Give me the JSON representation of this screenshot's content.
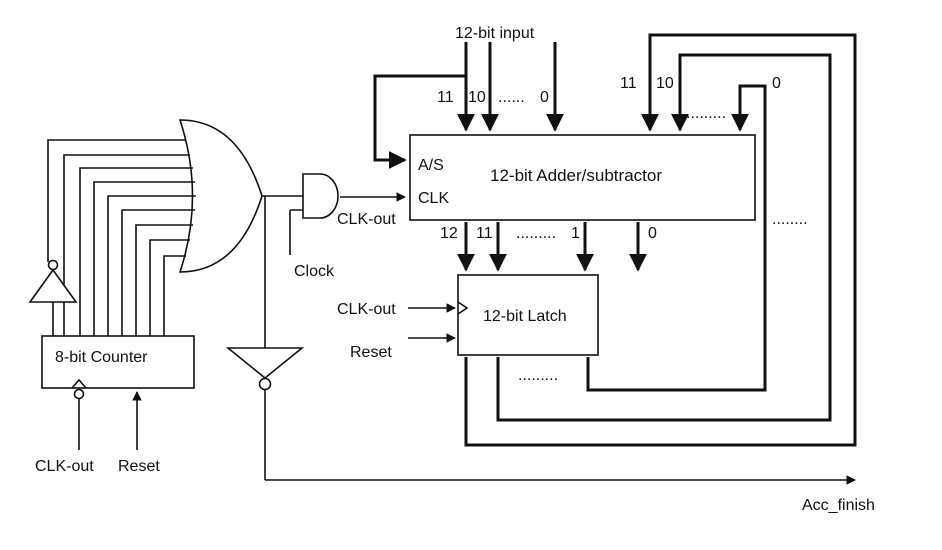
{
  "adder": {
    "title": "12-bit Adder/subtractor",
    "as_pin": "A/S",
    "clk_pin": "CLK"
  },
  "latch": {
    "title": "12-bit Latch"
  },
  "counter": {
    "title": "8-bit Counter"
  },
  "labels": {
    "input": "12-bit input",
    "in_bit11": "11",
    "in_bit10": "10",
    "in_dots": "......",
    "in_bit0": "0",
    "fb_bit11": "11",
    "fb_bit10": "10",
    "fb_dots": ".........",
    "fb_bit0": "0",
    "out_bit12": "12",
    "out_bit11": "11",
    "out_dots": ".........",
    "out_bit1": "1",
    "out_bit0": "0",
    "side_dots": "........",
    "latch_dots": ".........",
    "clk_out_and": "CLK-out",
    "clock": "Clock",
    "clk_out_latch": "CLK-out",
    "reset_latch": "Reset",
    "clk_out_counter": "CLK-out",
    "reset_counter": "Reset",
    "acc_finish": "Acc_finish"
  }
}
